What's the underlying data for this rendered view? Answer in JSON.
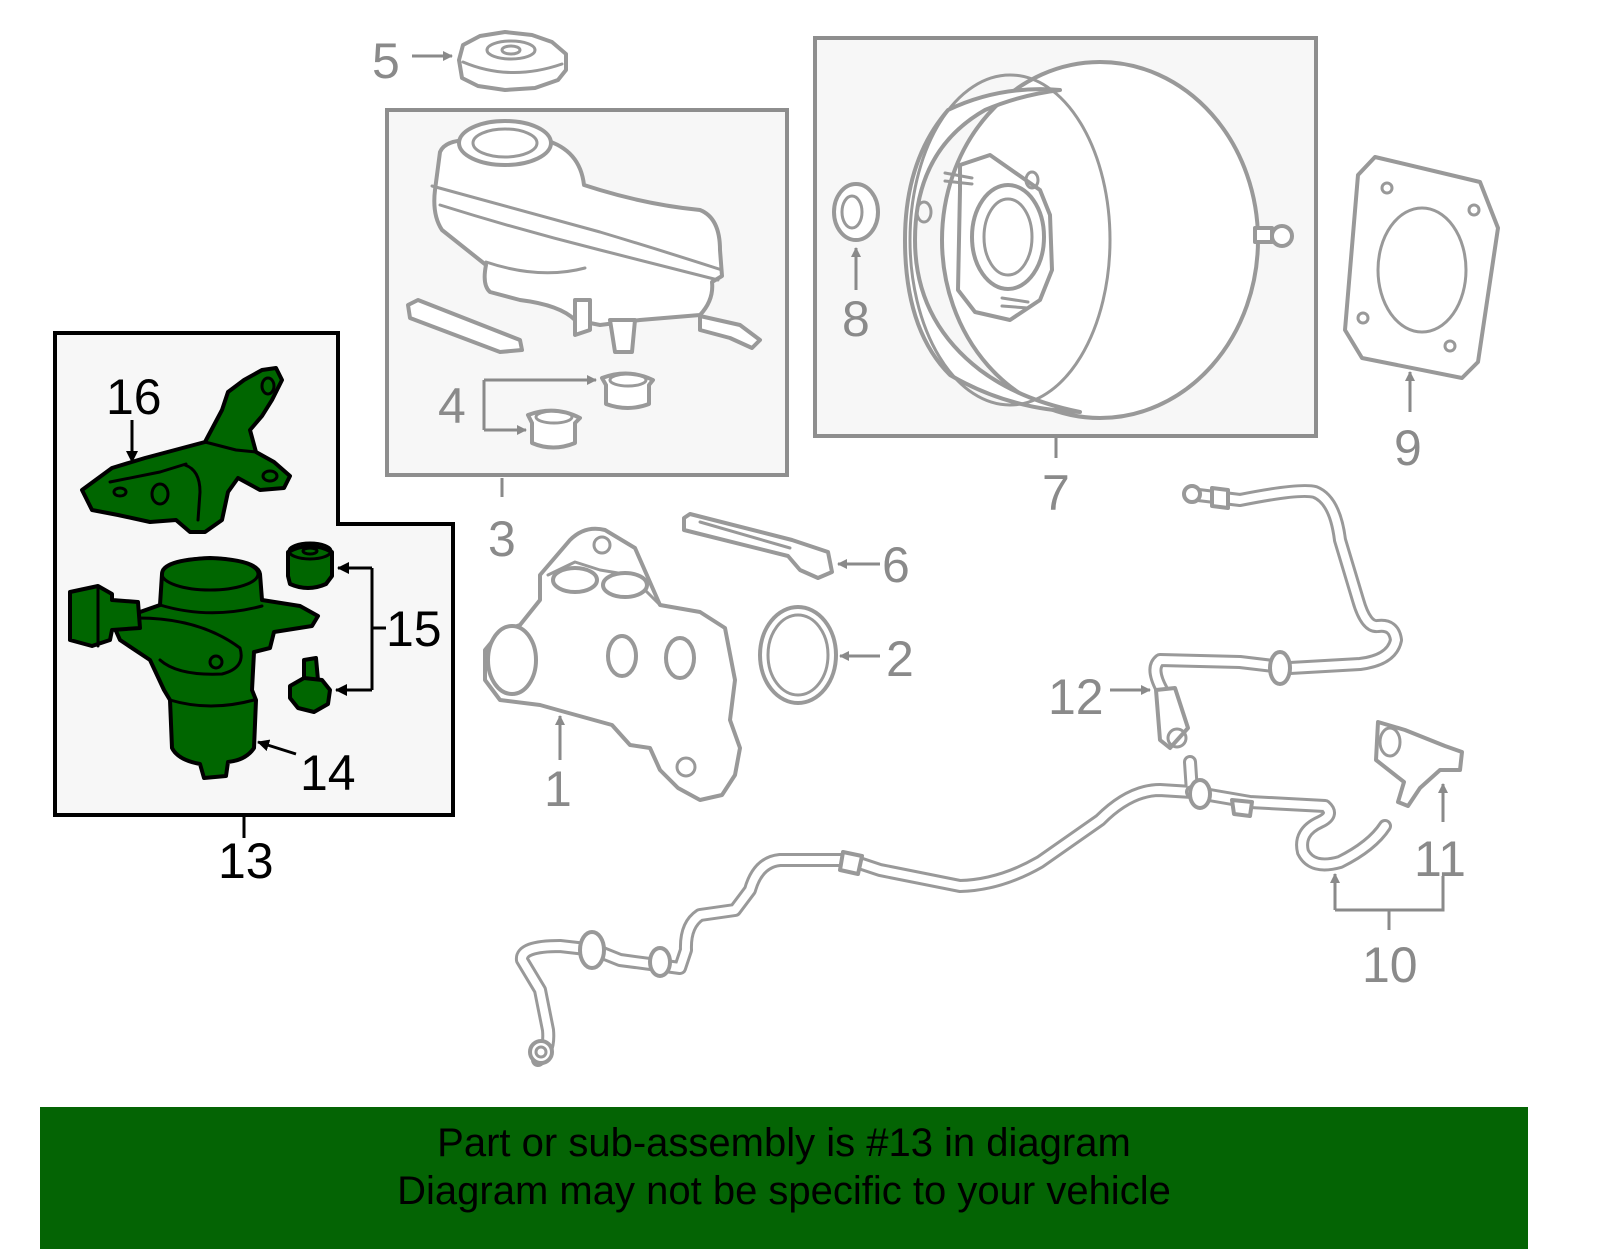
{
  "diagram": {
    "callouts": {
      "c1": "1",
      "c2": "2",
      "c3": "3",
      "c4": "4",
      "c5": "5",
      "c6": "6",
      "c7": "7",
      "c8": "8",
      "c9": "9",
      "c10": "10",
      "c11": "11",
      "c12": "12",
      "c13": "13",
      "c14": "14",
      "c15": "15",
      "c16": "16"
    },
    "highlighted_callout": "13",
    "colors": {
      "highlight_fill": "#006600",
      "part_stroke": "#999999",
      "banner_background": "#046404"
    }
  },
  "banner": {
    "line1": "Part or sub-assembly is #13 in diagram",
    "line2": "Diagram may not be specific to your vehicle"
  }
}
